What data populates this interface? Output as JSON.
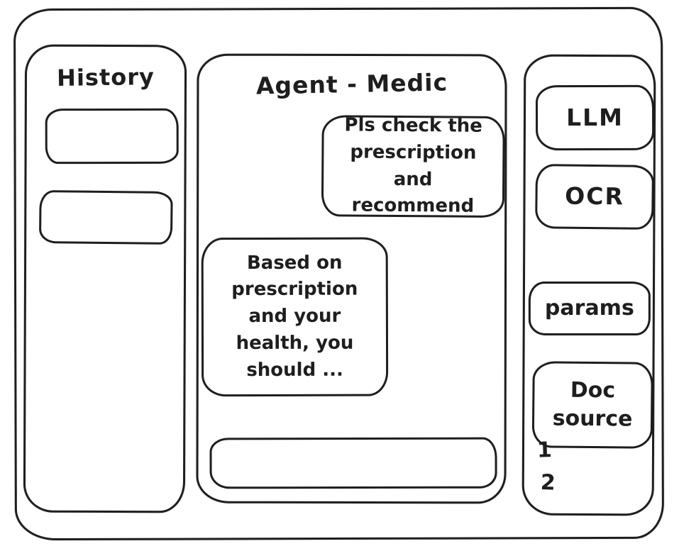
{
  "colors": {
    "ink": "#1e1e1e",
    "background": "#ffffff"
  },
  "history": {
    "title": "History",
    "items": [
      {
        "label": ""
      },
      {
        "label": ""
      }
    ]
  },
  "chat": {
    "title": "Agent - Medic",
    "messages": [
      {
        "role": "user",
        "text": "Pls check the prescription and recommend"
      },
      {
        "role": "agent",
        "text": "Based on prescription and your health, you should ..."
      }
    ],
    "input": {
      "value": "",
      "placeholder": ""
    }
  },
  "tools": {
    "buttons": [
      {
        "label": "LLM"
      },
      {
        "label": "OCR"
      },
      {
        "label": "params"
      },
      {
        "label": "Doc source"
      }
    ],
    "doc_list": [
      {
        "label": "1"
      },
      {
        "label": "2"
      }
    ]
  }
}
